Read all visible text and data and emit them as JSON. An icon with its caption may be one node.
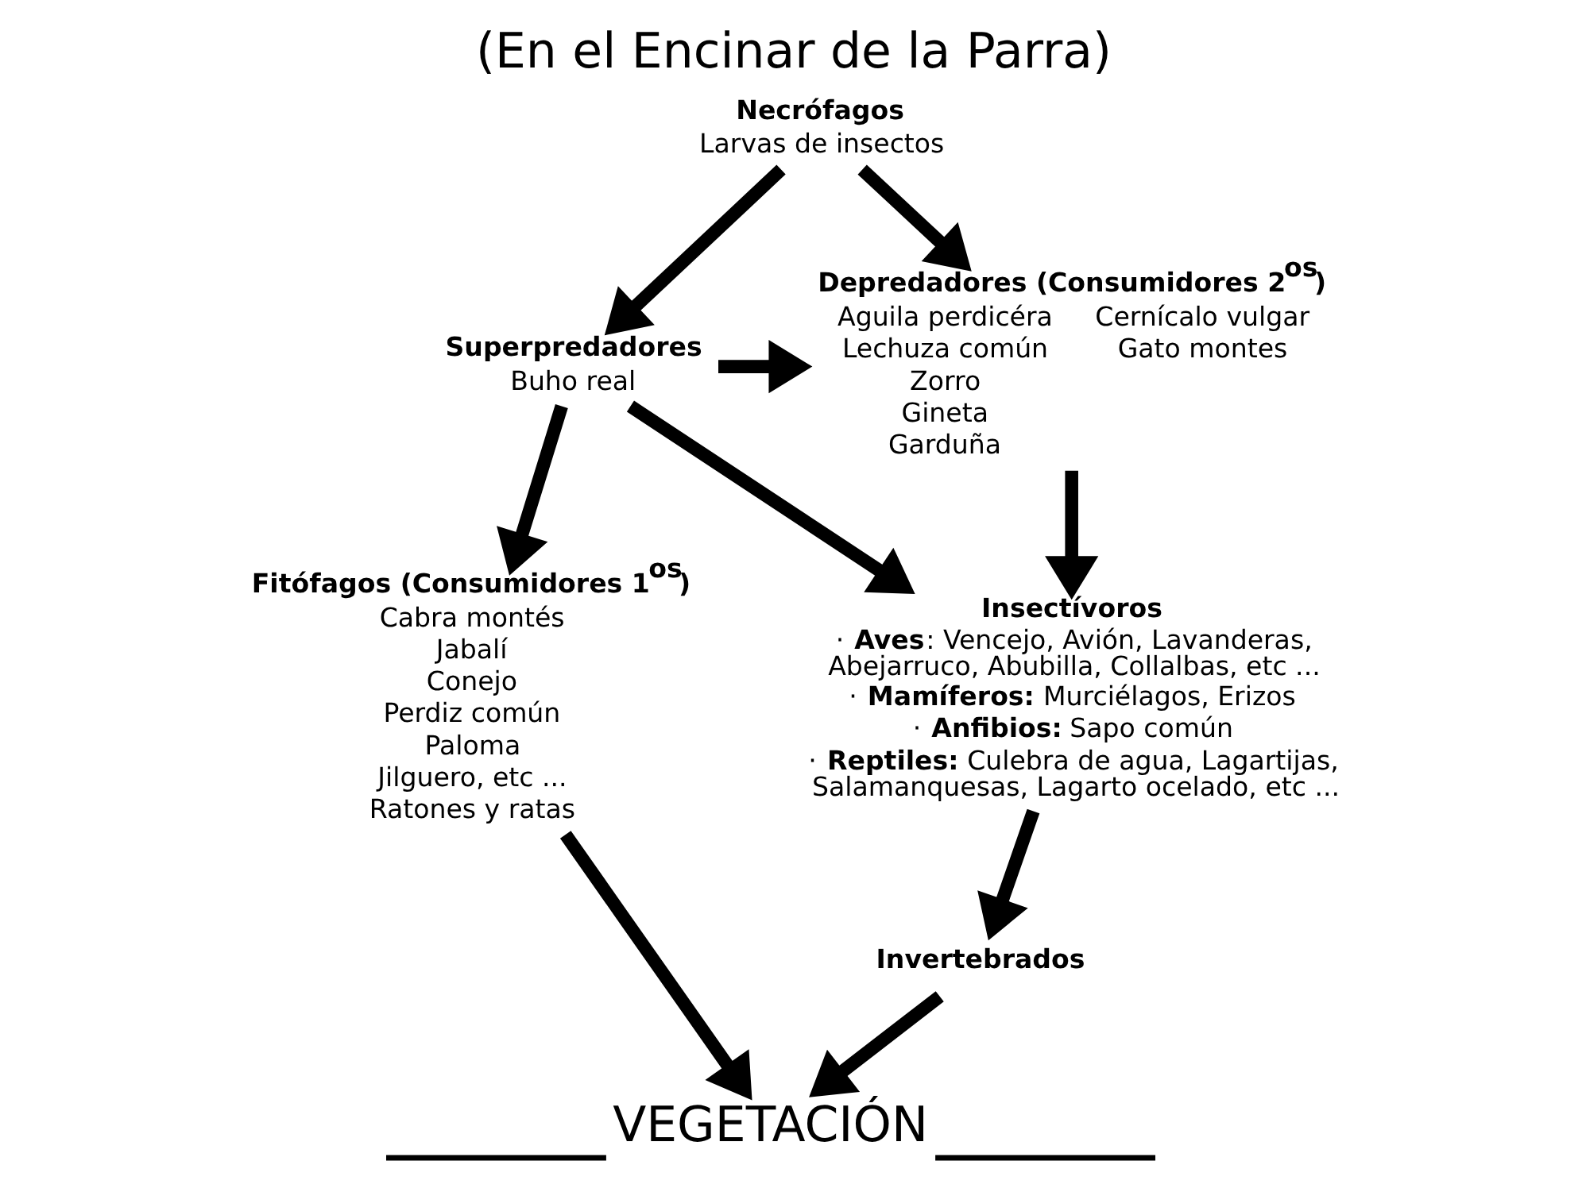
{
  "diagram": {
    "title": "(En el Encinar de la Parra)",
    "nodes": [
      {
        "text": [
          "Necrófagos",
          "Larvas de insectos"
        ]
      },
      {
        "text": [
          "Superpredadores",
          "Buho real"
        ]
      },
      {
        "text": [
          "Depredadores (Consumidores 2$^{os}$)",
          "Aguila perdicéra",
          "Cernícalo vulgar",
          "Lechuza común",
          "Gato montes",
          "Zorro",
          "Gineta",
          "Garduña"
        ]
      },
      {
        "text": [
          "Insectívoros",
          "· **Aves**: Vencejo, Avión, Lavanderas, Abejarruco, Abubilla, Collalbas, etc ...",
          "· **Mamíferos:** Murciélagos, Erizos",
          "· **Anfibios:** Sapo común",
          "· **Reptiles:** Culebra de agua, Lagartijas, Salamanquesas, Lagarto ocelado, etc ..."
        ]
      },
      {
        "text": [
          "Fitófagos (Consumidores 1$^{os}$)",
          "Cabra montés",
          "Jabalí",
          "Conejo",
          "Perdiz común",
          "Paloma",
          "Jilguero, etc ...",
          "Ratones y ratas"
        ]
      },
      {
        "text": [
          "Invertebrados"
        ]
      },
      {
        "text": [
          "VEGETACIÓN"
        ]
      }
    ],
    "edges": [
      {
        "from": 0,
        "to": 1,
        "arrow": "to"
      },
      {
        "from": 0,
        "to": 2,
        "arrow": "to"
      },
      {
        "from": 1,
        "to": 2,
        "arrow": "to"
      },
      {
        "from": 1,
        "to": 4,
        "arrow": "to"
      },
      {
        "from": 1,
        "to": 3,
        "arrow": "to"
      },
      {
        "from": 2,
        "to": 3,
        "arrow": "to"
      },
      {
        "from": 3,
        "to": 5,
        "arrow": "to"
      },
      {
        "from": 4,
        "to": 6,
        "arrow": "to"
      },
      {
        "from": 5,
        "to": 6,
        "arrow": "to"
      }
    ]
  }
}
